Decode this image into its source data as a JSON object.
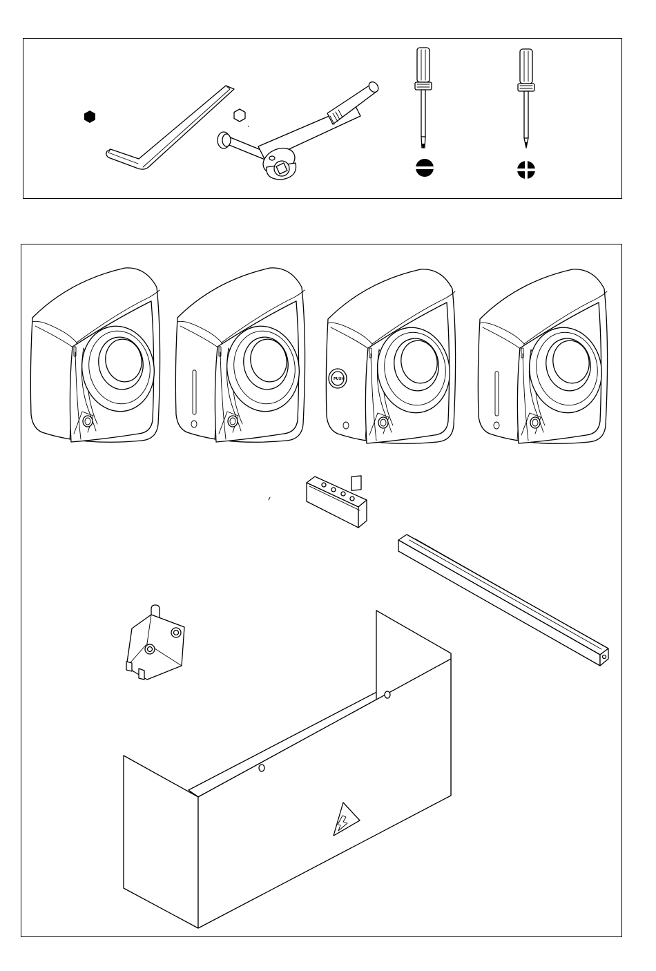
{
  "tools": {
    "items": [
      "hex-key",
      "socket-wrench",
      "flat-screwdriver",
      "phillips-screwdriver"
    ],
    "symbols": [
      "hex-filled-icon",
      "hex-outline-icon",
      "flathead-symbol-icon",
      "phillips-symbol-icon"
    ]
  },
  "parts": {
    "control_boxes": [
      {
        "name": "control-box-1",
        "variant": "single-slot-led"
      },
      {
        "name": "control-box-2",
        "variant": "long-slot-with-led"
      },
      {
        "name": "control-box-3",
        "variant": "key-switch"
      },
      {
        "name": "control-box-4",
        "variant": "long-slot-with-led"
      }
    ],
    "key_switch_label": "PUSH",
    "other": [
      "terminal-block",
      "din-rail",
      "micro-switch",
      "cover-enclosure"
    ],
    "warning_icon": "high-voltage-warning-icon"
  }
}
